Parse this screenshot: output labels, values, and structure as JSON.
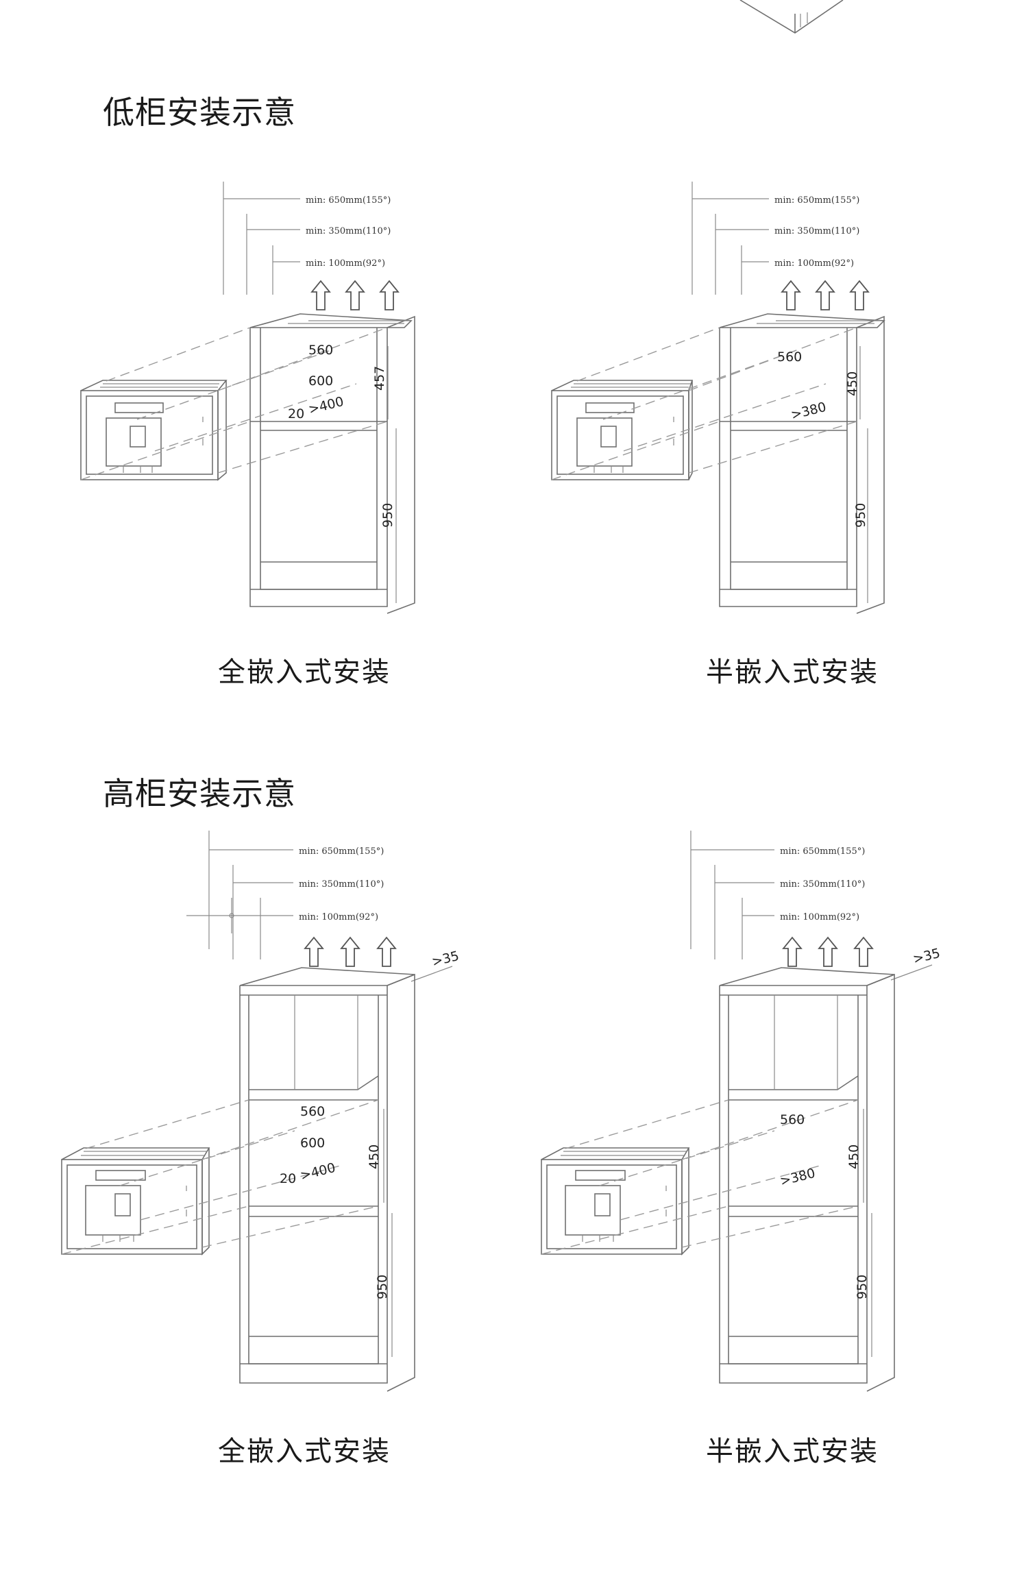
{
  "sections": [
    {
      "title": "低柜安装示意",
      "variants": [
        {
          "caption": "全嵌入式安装",
          "clearances": [
            "min: 650mm(155°)",
            "min: 350mm(110°)",
            "min: 100mm(92°)"
          ],
          "dims": {
            "width": "560",
            "depth": "600",
            "gap": "20",
            "vent": ">400",
            "niche_h": "457",
            "base_h": "950"
          }
        },
        {
          "caption": "半嵌入式安装",
          "clearances": [
            "min: 650mm(155°)",
            "min: 350mm(110°)",
            "min: 100mm(92°)"
          ],
          "dims": {
            "width": "560",
            "vent": ">380",
            "niche_h": "450",
            "base_h": "950"
          }
        }
      ]
    },
    {
      "title": "高柜安装示意",
      "variants": [
        {
          "caption": "全嵌入式安装",
          "clearances": [
            "min: 650mm(155°)",
            "min: 350mm(110°)",
            "min: 100mm(92°)"
          ],
          "dims": {
            "top_gap": ">35",
            "width": "560",
            "depth": "600",
            "gap": "20",
            "vent": ">400",
            "niche_h": "450",
            "base_h": "950"
          }
        },
        {
          "caption": "半嵌入式安装",
          "clearances": [
            "min: 650mm(155°)",
            "min: 350mm(110°)",
            "min: 100mm(92°)"
          ],
          "dims": {
            "top_gap": ">35",
            "width": "560",
            "vent": ">380",
            "niche_h": "450",
            "base_h": "950"
          }
        }
      ]
    }
  ],
  "colors": {
    "line": "#6f6f6f",
    "text": "#1a1a1a",
    "background": "#ffffff"
  }
}
